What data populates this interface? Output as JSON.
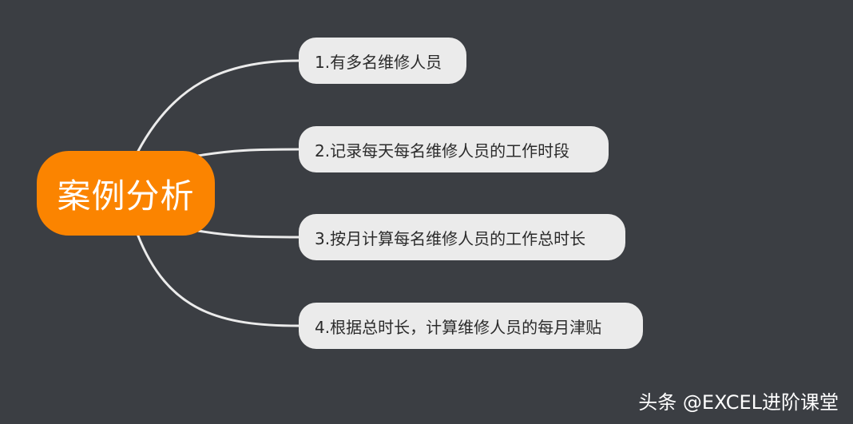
{
  "diagram": {
    "root": {
      "label": "案例分析"
    },
    "branches": [
      {
        "label": "1.有多名维修人员"
      },
      {
        "label": "2.记录每天每名维修人员的工作时段"
      },
      {
        "label": "3.按月计算每名维修人员的工作总时长"
      },
      {
        "label": "4.根据总时长，计算维修人员的每月津贴"
      }
    ]
  },
  "watermark": {
    "text": "头条 @EXCEL进阶课堂"
  },
  "colors": {
    "background": "#3b3e43",
    "root_fill": "#fb8400",
    "branch_fill": "#ebebeb",
    "connector": "#ebebeb",
    "text_dark": "#2b2b2b",
    "text_light": "#ffffff"
  }
}
